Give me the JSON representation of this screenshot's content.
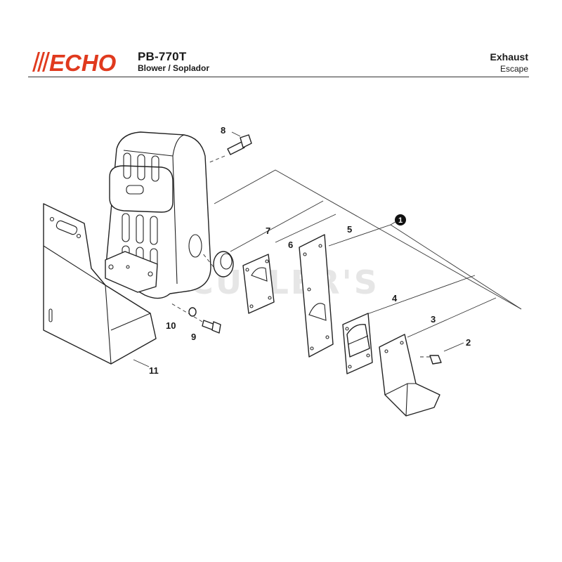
{
  "header": {
    "brand": "ECHO",
    "model": "PB-770T",
    "subtitle": "Blower / Soplador",
    "section_title": "Exhaust",
    "section_subtitle": "Escape"
  },
  "watermark": "CUTLER'S",
  "callouts": {
    "main": "1",
    "p2": "2",
    "p3": "3",
    "p4": "4",
    "p5": "5",
    "p6": "6",
    "p7": "7",
    "p8": "8",
    "p9": "9",
    "p10": "10",
    "p11": "11"
  },
  "colors": {
    "brand_red": "#e03a1e",
    "line": "#222222",
    "watermark": "#e6e6e6"
  }
}
